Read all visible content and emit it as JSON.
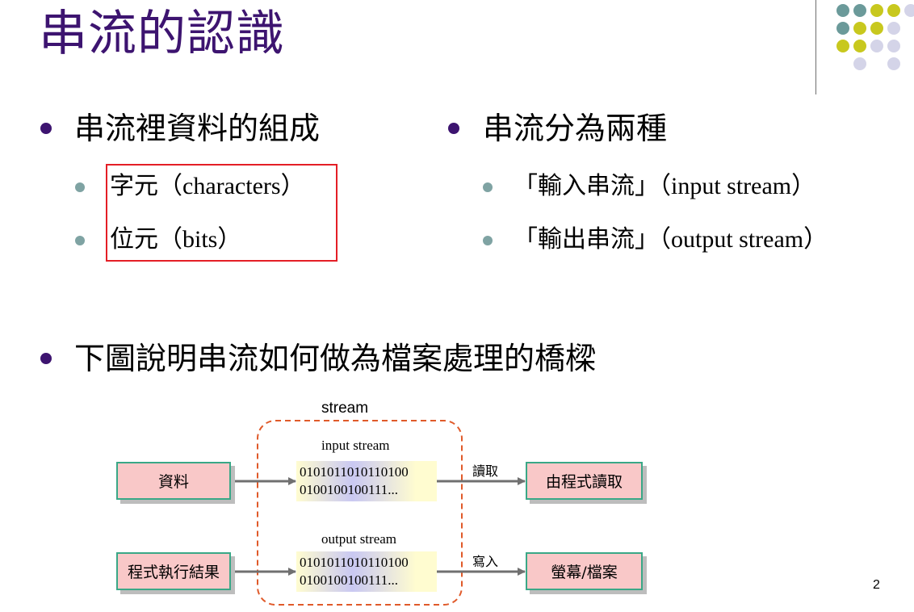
{
  "title": "串流的認識",
  "colors": {
    "title": "#3d1470",
    "teal": "#6b9a9a",
    "olive": "#c8c81e",
    "lavender": "#d4d4e8",
    "red_box": "#e41e26",
    "dashed": "#e05a2a"
  },
  "left_column": {
    "heading": "串流裡資料的組成",
    "items": [
      {
        "cjk": "字元",
        "latin": "（characters）"
      },
      {
        "cjk": "位元",
        "latin": "（bits）"
      }
    ]
  },
  "right_column": {
    "heading": "串流分為兩種",
    "items": [
      {
        "cjk": "「輸入串流」",
        "latin": "（input stream）"
      },
      {
        "cjk": "「輸出串流」",
        "latin": "（output stream）"
      }
    ]
  },
  "bottom_heading": "下圖說明串流如何做為檔案處理的橋樑",
  "diagram": {
    "stream_label": "stream",
    "input_stream_label": "input stream",
    "output_stream_label": "output stream",
    "bits_line1": "0101011010110100",
    "bits_line2": "0100100100111...",
    "source_top": "資料",
    "source_bottom": "程式執行結果",
    "read_label": "讀取",
    "write_label": "寫入",
    "dest_top": "由程式讀取",
    "dest_bottom": "螢幕/檔案"
  },
  "page_number": "2"
}
